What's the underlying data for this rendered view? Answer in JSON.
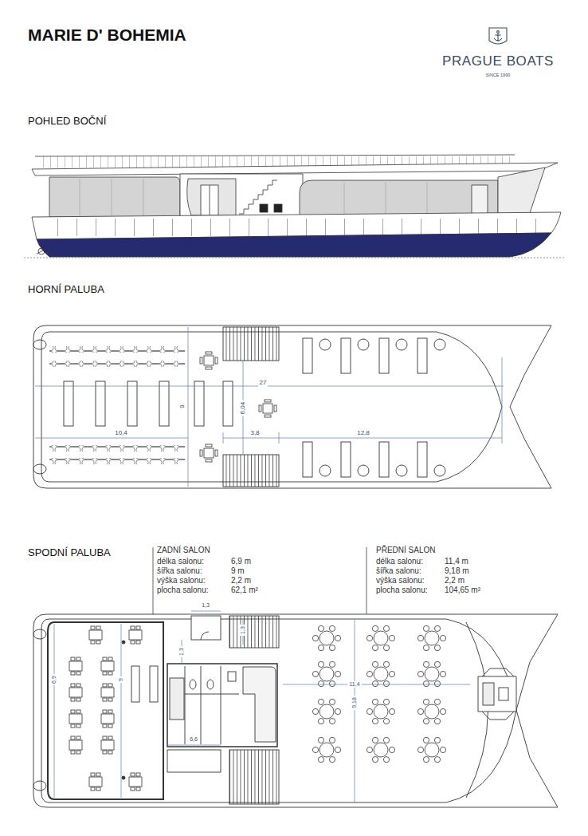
{
  "diagram": {
    "title": "MARIE D' BOHEMIA",
    "labels": [
      "PRAGUE BOATS",
      "SINCE 1990",
      "POHLED BOČNÍ",
      "HORNÍ PALUBA",
      "27",
      "9",
      "6,04",
      "10,4",
      "3,8",
      "12,8",
      "SPODNÍ PALUBA",
      "ZADNÍ SALON",
      "délka salonu:",
      "6,9 m",
      "šířka salonu:",
      "9 m",
      "výška salonu:",
      "2,2 m",
      "plocha salonu:",
      "62,1 m²",
      "PŘEDNÍ SALON",
      "délka salonu:",
      "11,4 m",
      "šířka salonu:",
      "9,18 m",
      "výška salonu:",
      "2,2 m",
      "plocha salonu:",
      "104,65 m²",
      "1,3",
      "1,3",
      "1,3",
      "6,9",
      "9",
      "6,6",
      "11,4",
      "9,18"
    ]
  }
}
